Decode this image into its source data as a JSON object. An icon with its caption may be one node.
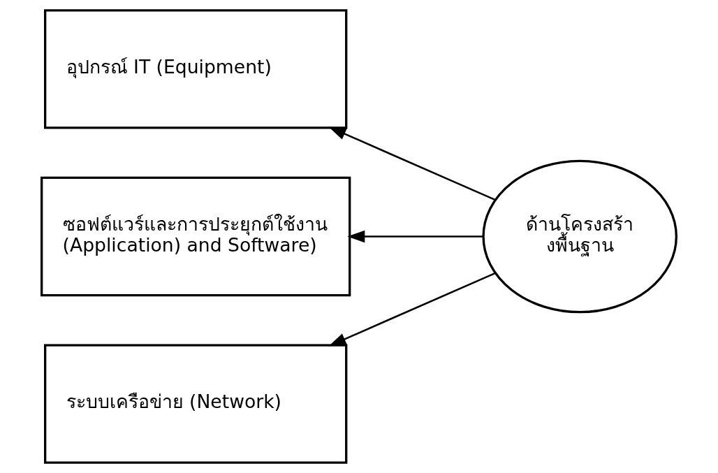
{
  "diagram": {
    "nodes": [
      {
        "text": [
          "อุปกรณ์ IT (Equipment)"
        ]
      },
      {
        "text": [
          "ซอฟต์แวร์และการประยุกต์ใช้งาน (Application) and Software)"
        ]
      },
      {
        "text": [
          "ระบบเครือข่าย (Network)"
        ]
      },
      {
        "text": [
          "ด้านโครงสร้างพื้นฐาน"
        ]
      }
    ],
    "edges": [
      {
        "from": 3,
        "to": 0,
        "arrow": "to"
      },
      {
        "from": 3,
        "to": 1,
        "arrow": "to"
      },
      {
        "from": 3,
        "to": 2,
        "arrow": "to"
      }
    ]
  }
}
